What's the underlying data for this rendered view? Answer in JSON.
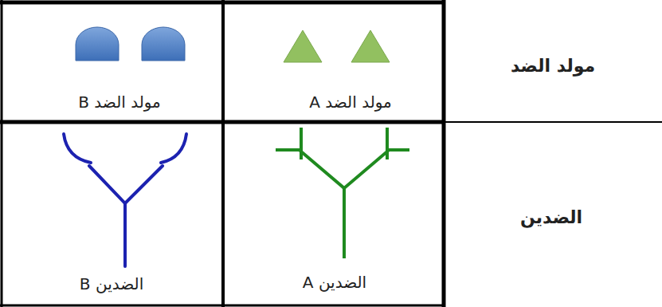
{
  "diagram": {
    "labels": [
      "مولد الضد",
      "مولد الضد A",
      "مولد الضد B",
      "الضدين",
      "الضدين A",
      "الضدين B"
    ]
  }
}
